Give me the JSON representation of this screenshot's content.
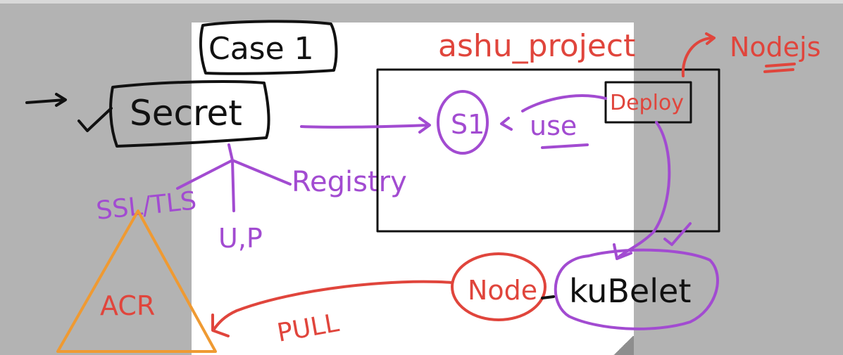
{
  "labels": {
    "case": "Case 1",
    "secret": "Secret",
    "project": "ashu_project",
    "deploy": "Deploy",
    "nodejs": "Nodejs",
    "s1": "S1",
    "use": "use",
    "ssl_tls": "SSL/TLS",
    "up": "U,P",
    "registry": "Registry",
    "acr": "ACR",
    "node": "Node",
    "kubelet": "kuBelet",
    "pull": "PULL"
  },
  "colors": {
    "black_ink": "#111111",
    "purple_ink": "#a24bd1",
    "red_ink": "#e0453c",
    "orange_ink": "#ef9a32",
    "canvas": "#b3b3b3",
    "page": "#ffffff"
  }
}
